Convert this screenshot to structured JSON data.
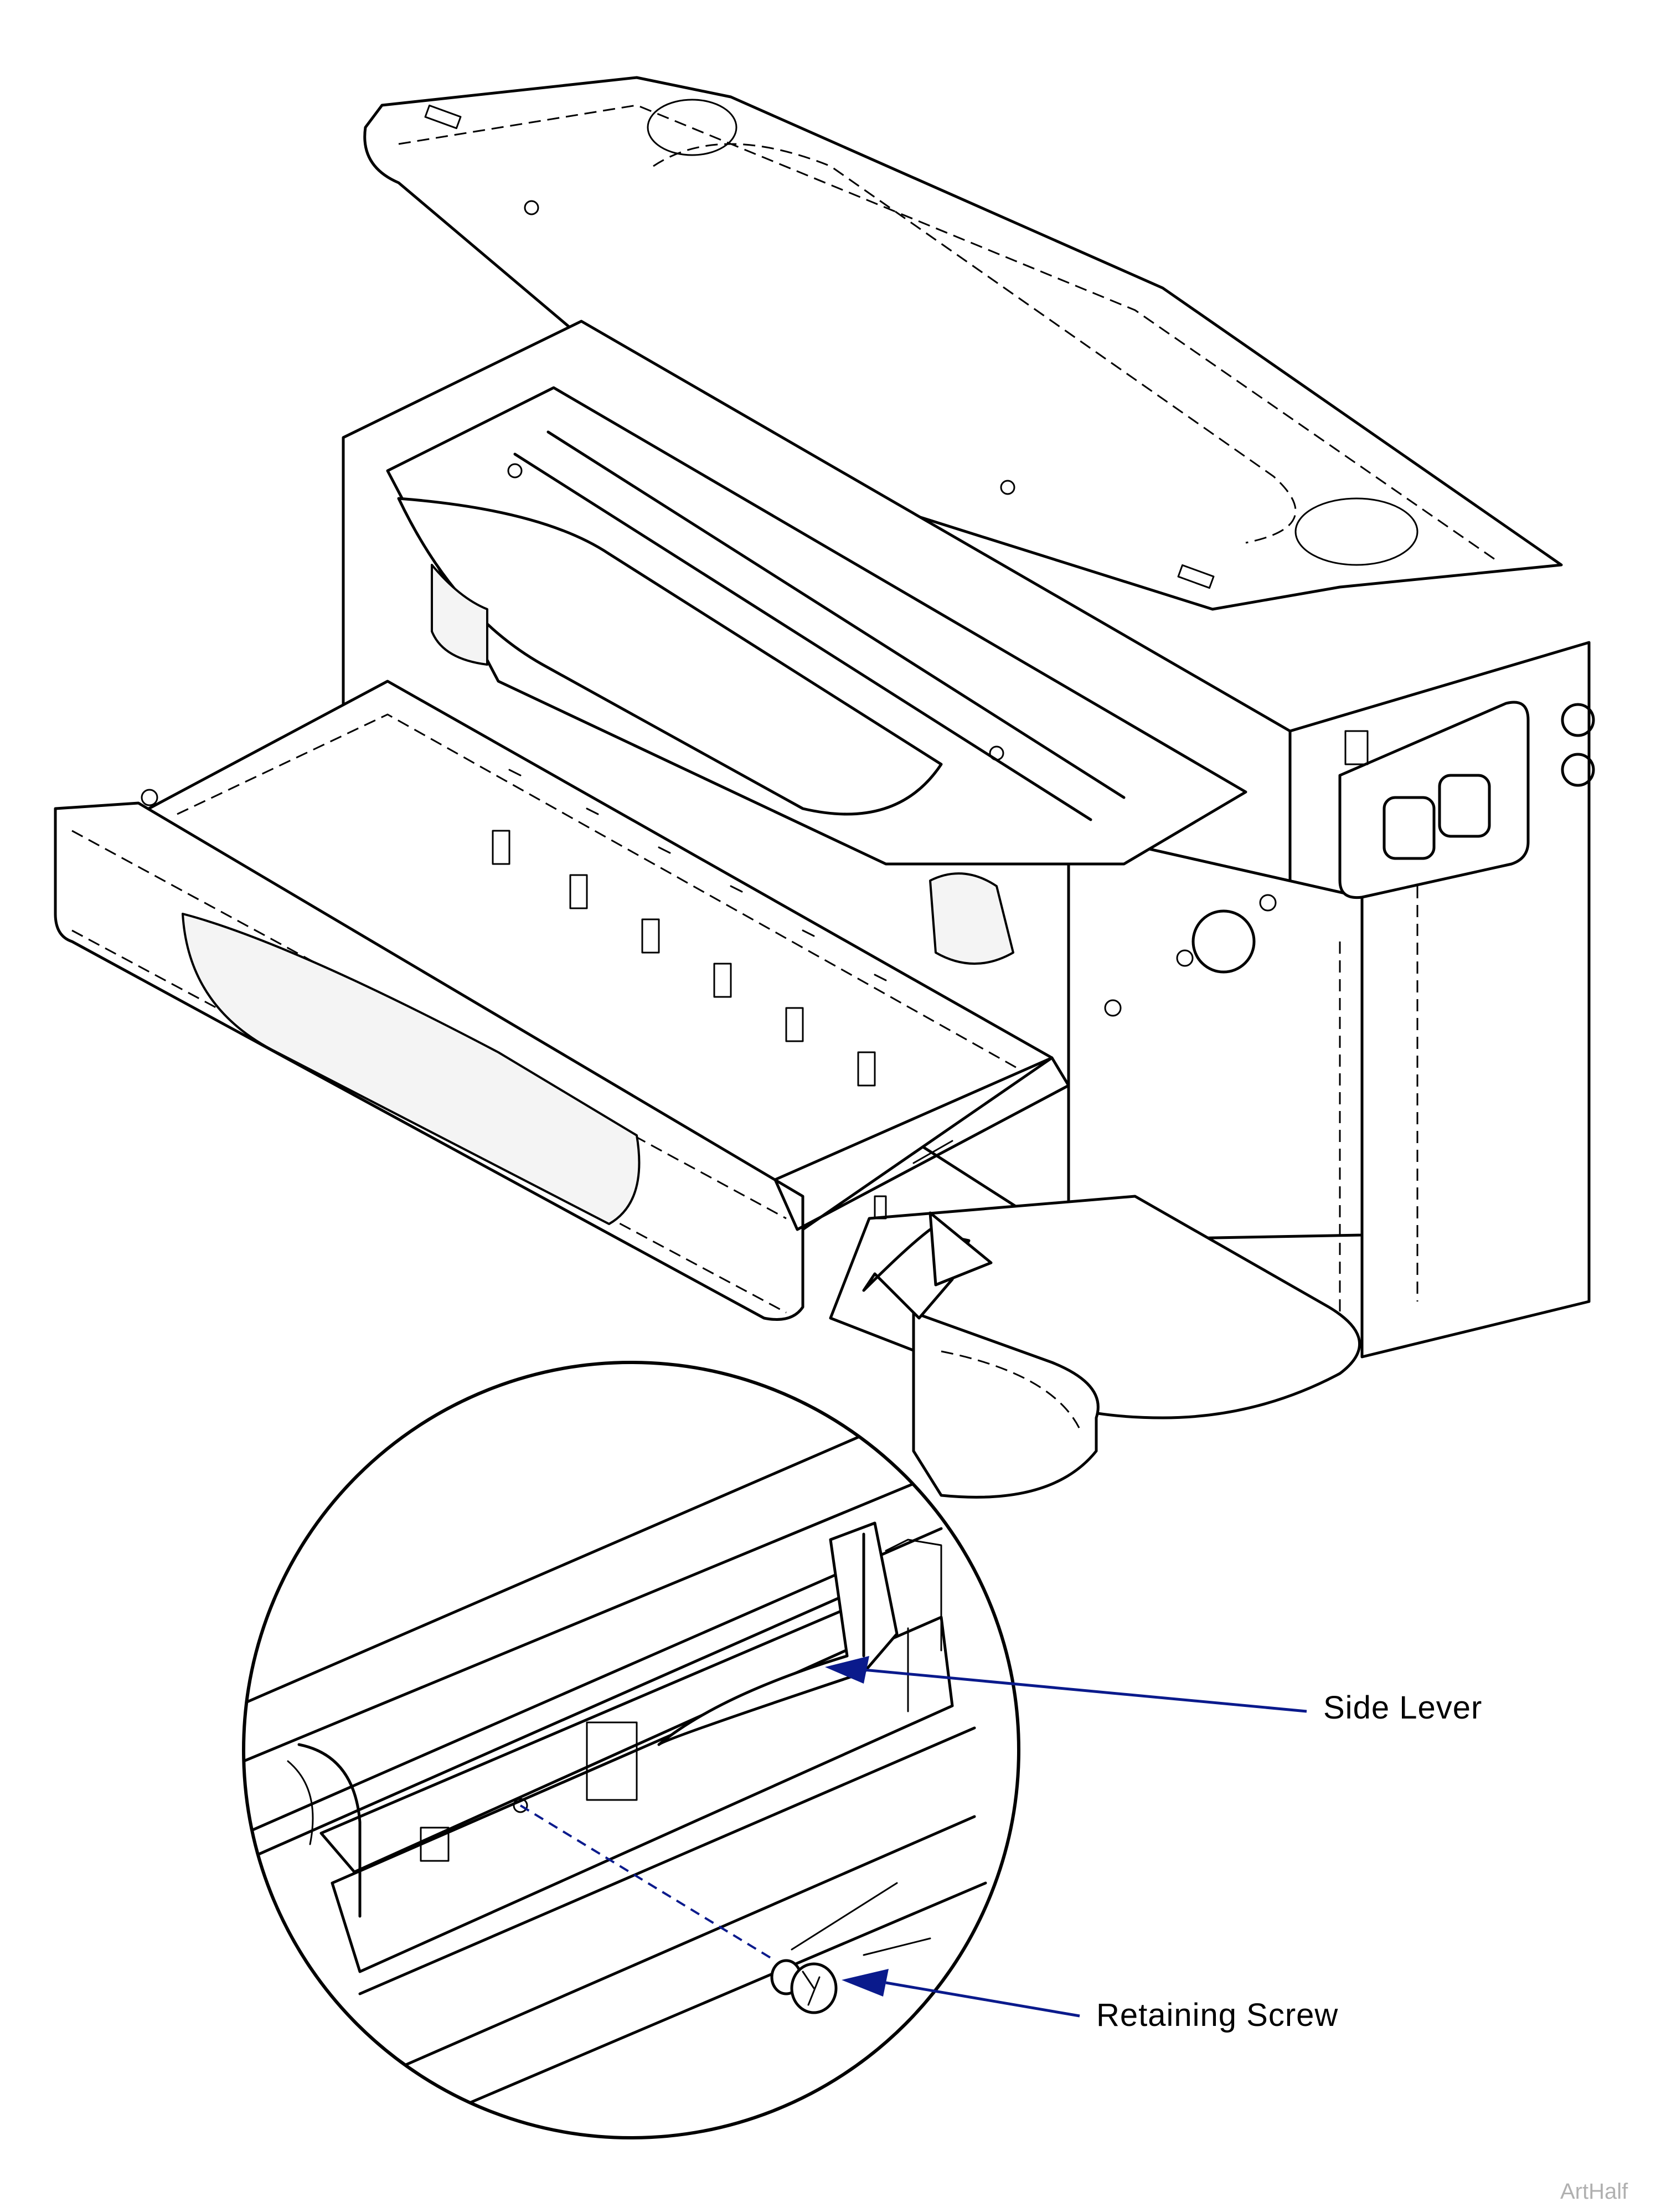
{
  "callouts": {
    "side_lever": "Side Lever",
    "retaining_screw": "Retaining Screw"
  },
  "credit": "ArtHalf",
  "colors": {
    "line": "#000000",
    "callout": "#0a1a8c",
    "credit": "#b0b0b0"
  }
}
